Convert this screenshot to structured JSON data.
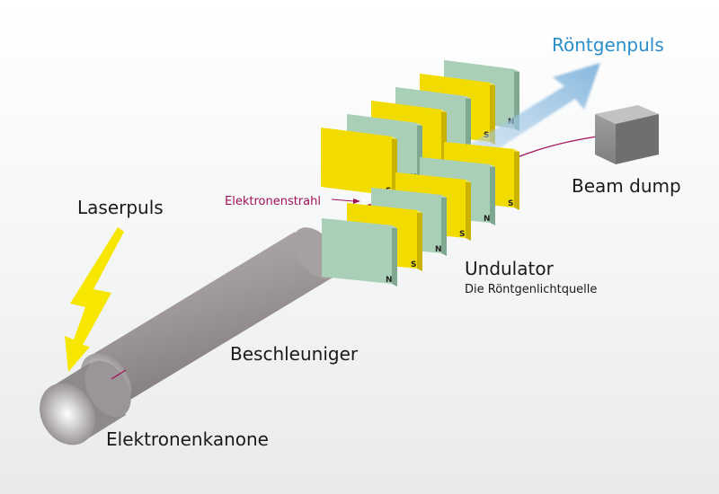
{
  "labels": {
    "roentgenpuls": "Röntgenpuls",
    "beam_dump": "Beam dump",
    "laserpuls": "Laserpuls",
    "elektronenstrahl": "Elektronenstrahl",
    "undulator": "Undulator",
    "undulator_sub": "Die Röntgenlichtquelle",
    "beschleuniger": "Beschleuniger",
    "elektronenkanone": "Elektronenkanone"
  },
  "magnets": {
    "back_row": [
      "S",
      "N",
      "S",
      "N",
      "S",
      "N"
    ],
    "front_row": [
      "N",
      "S",
      "N",
      "S",
      "N",
      "S"
    ]
  },
  "colors": {
    "xray": "#8dbbe0",
    "beam": "#a0115a",
    "magnet_yellow": "#f2dc00",
    "magnet_green": "#a9cfb7",
    "laser": "#f7e600",
    "accelerator": "#a59fa1",
    "label_blue": "#2a8fc9",
    "label_magenta": "#a0115a"
  }
}
